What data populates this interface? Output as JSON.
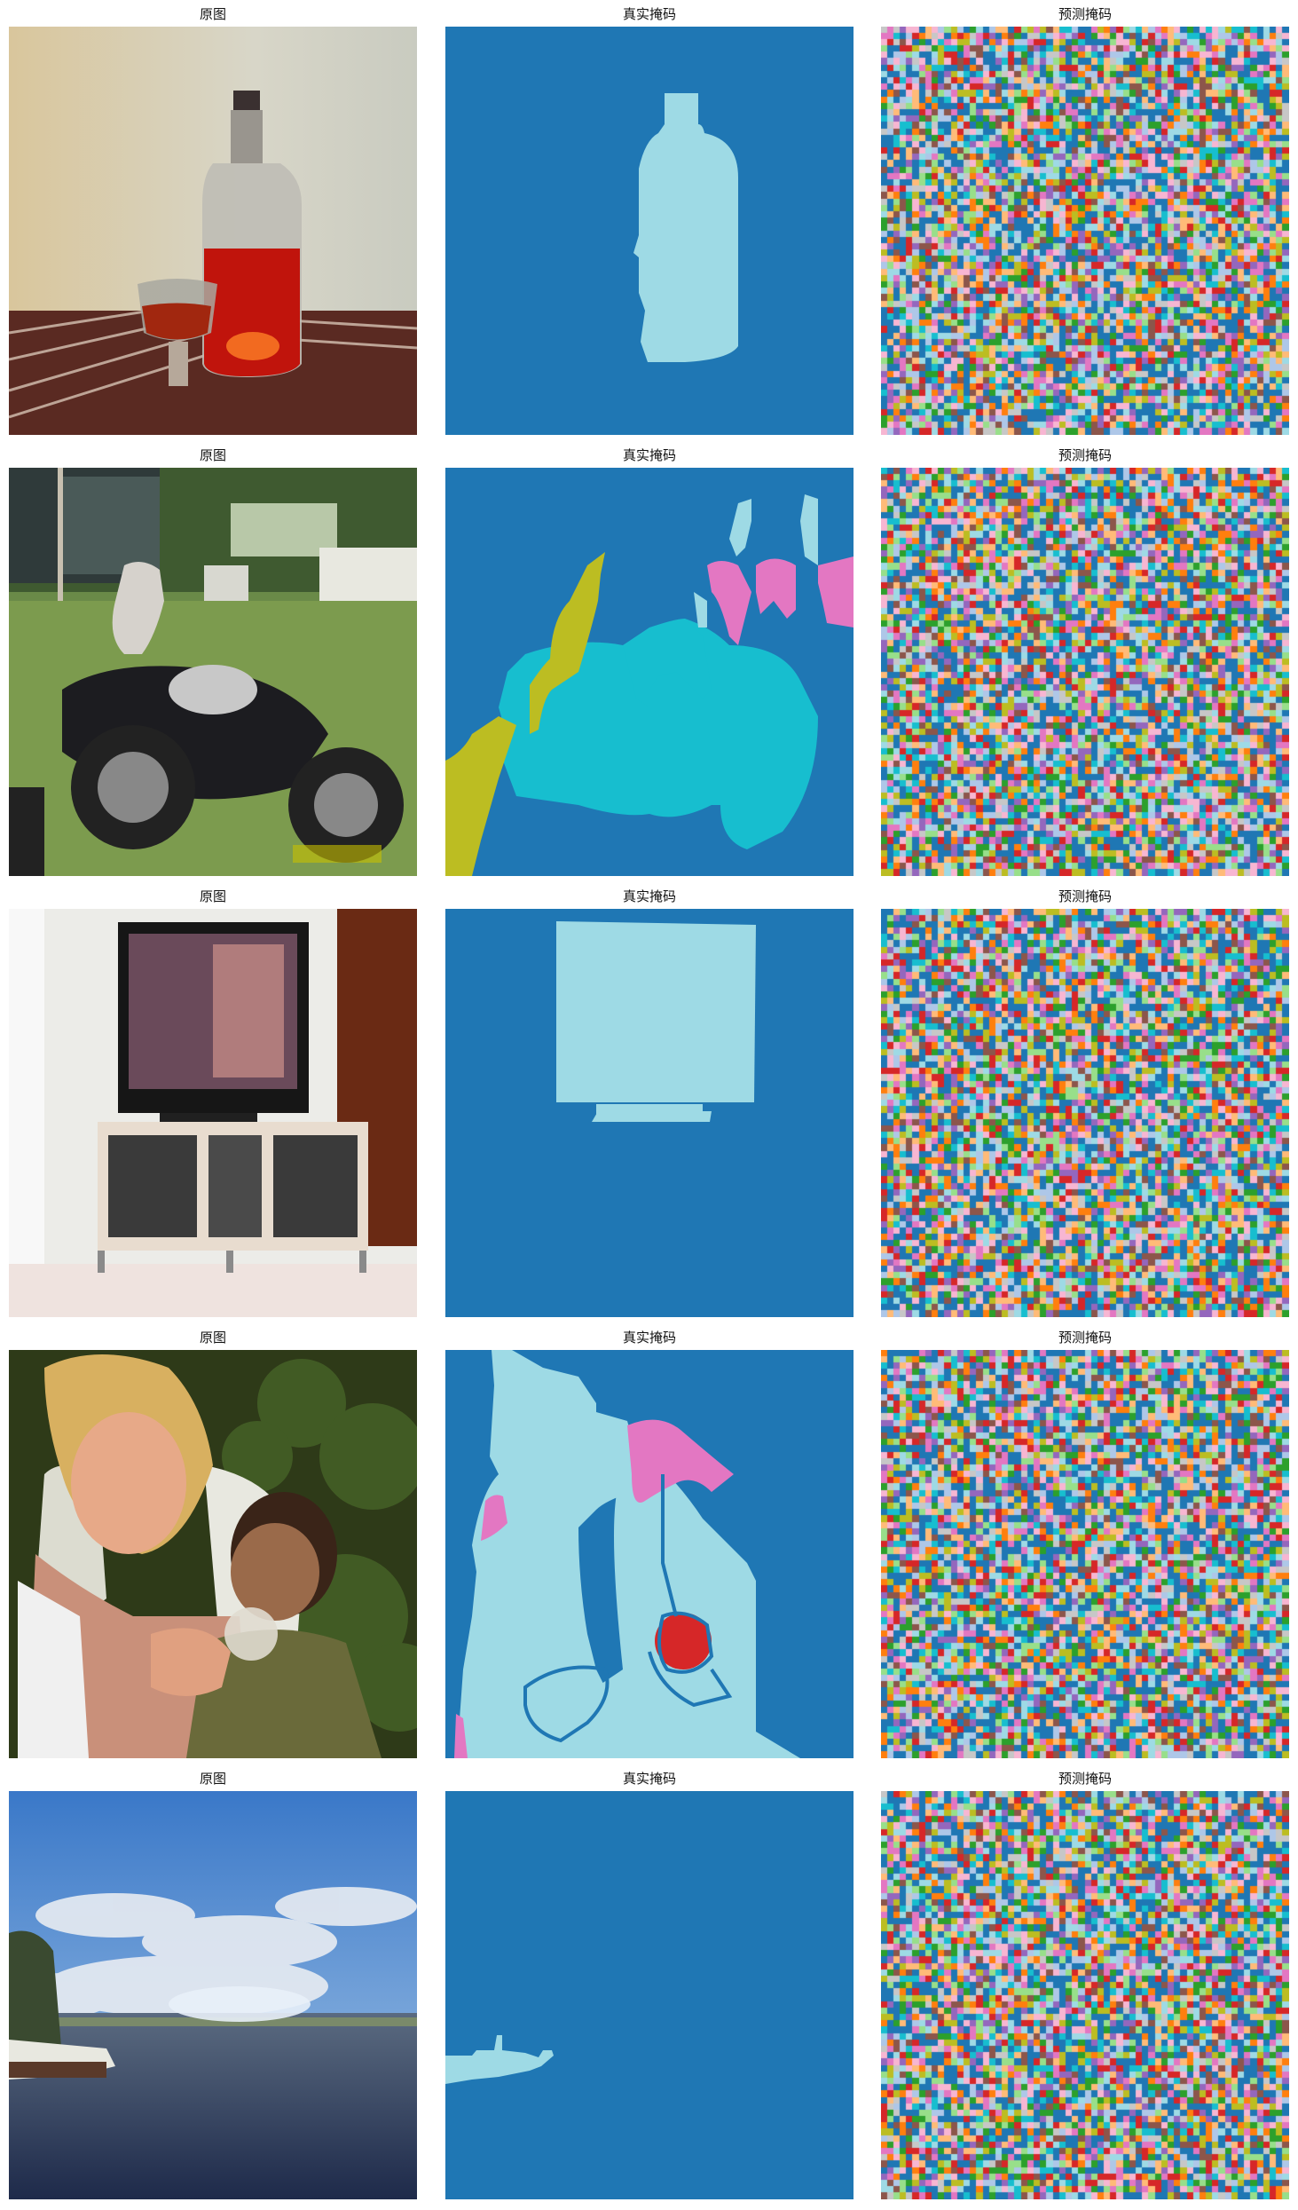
{
  "figure": {
    "columns": [
      {
        "key": "original",
        "title": "原图"
      },
      {
        "key": "gt",
        "title": "真实掩码"
      },
      {
        "key": "pred",
        "title": "预测掩码"
      }
    ],
    "rows": [
      {
        "original_scene": "bottle-on-table",
        "gt_classes": [
          "background",
          "bottle"
        ]
      },
      {
        "original_scene": "dog-on-motorcycle",
        "gt_classes": [
          "background",
          "dog",
          "motorbike",
          "person",
          "chair"
        ]
      },
      {
        "original_scene": "tv-on-cabinet",
        "gt_classes": [
          "background",
          "tvmonitor"
        ]
      },
      {
        "original_scene": "woman-feeding-baby",
        "gt_classes": [
          "background",
          "person",
          "bottle",
          "chair"
        ]
      },
      {
        "original_scene": "lake-fountain-boat",
        "gt_classes": [
          "background",
          "boat"
        ]
      }
    ],
    "colors": {
      "background": "#1f77b4",
      "light_blue": "#9edae5",
      "olive": "#bcbd22",
      "cyan": "#17becf",
      "pink": "#e377c2",
      "red": "#d62728"
    },
    "noise_palette": [
      "#1f77b4",
      "#1f77b4",
      "#1f77b4",
      "#1f77b4",
      "#9edae5",
      "#e377c2",
      "#bcbd22",
      "#17becf",
      "#d62728",
      "#ff7f0e",
      "#2ca02c",
      "#c7c7c7",
      "#f7b6d2",
      "#98df8a",
      "#aec7e8",
      "#ffbb78",
      "#8c564b",
      "#9467bd"
    ]
  }
}
